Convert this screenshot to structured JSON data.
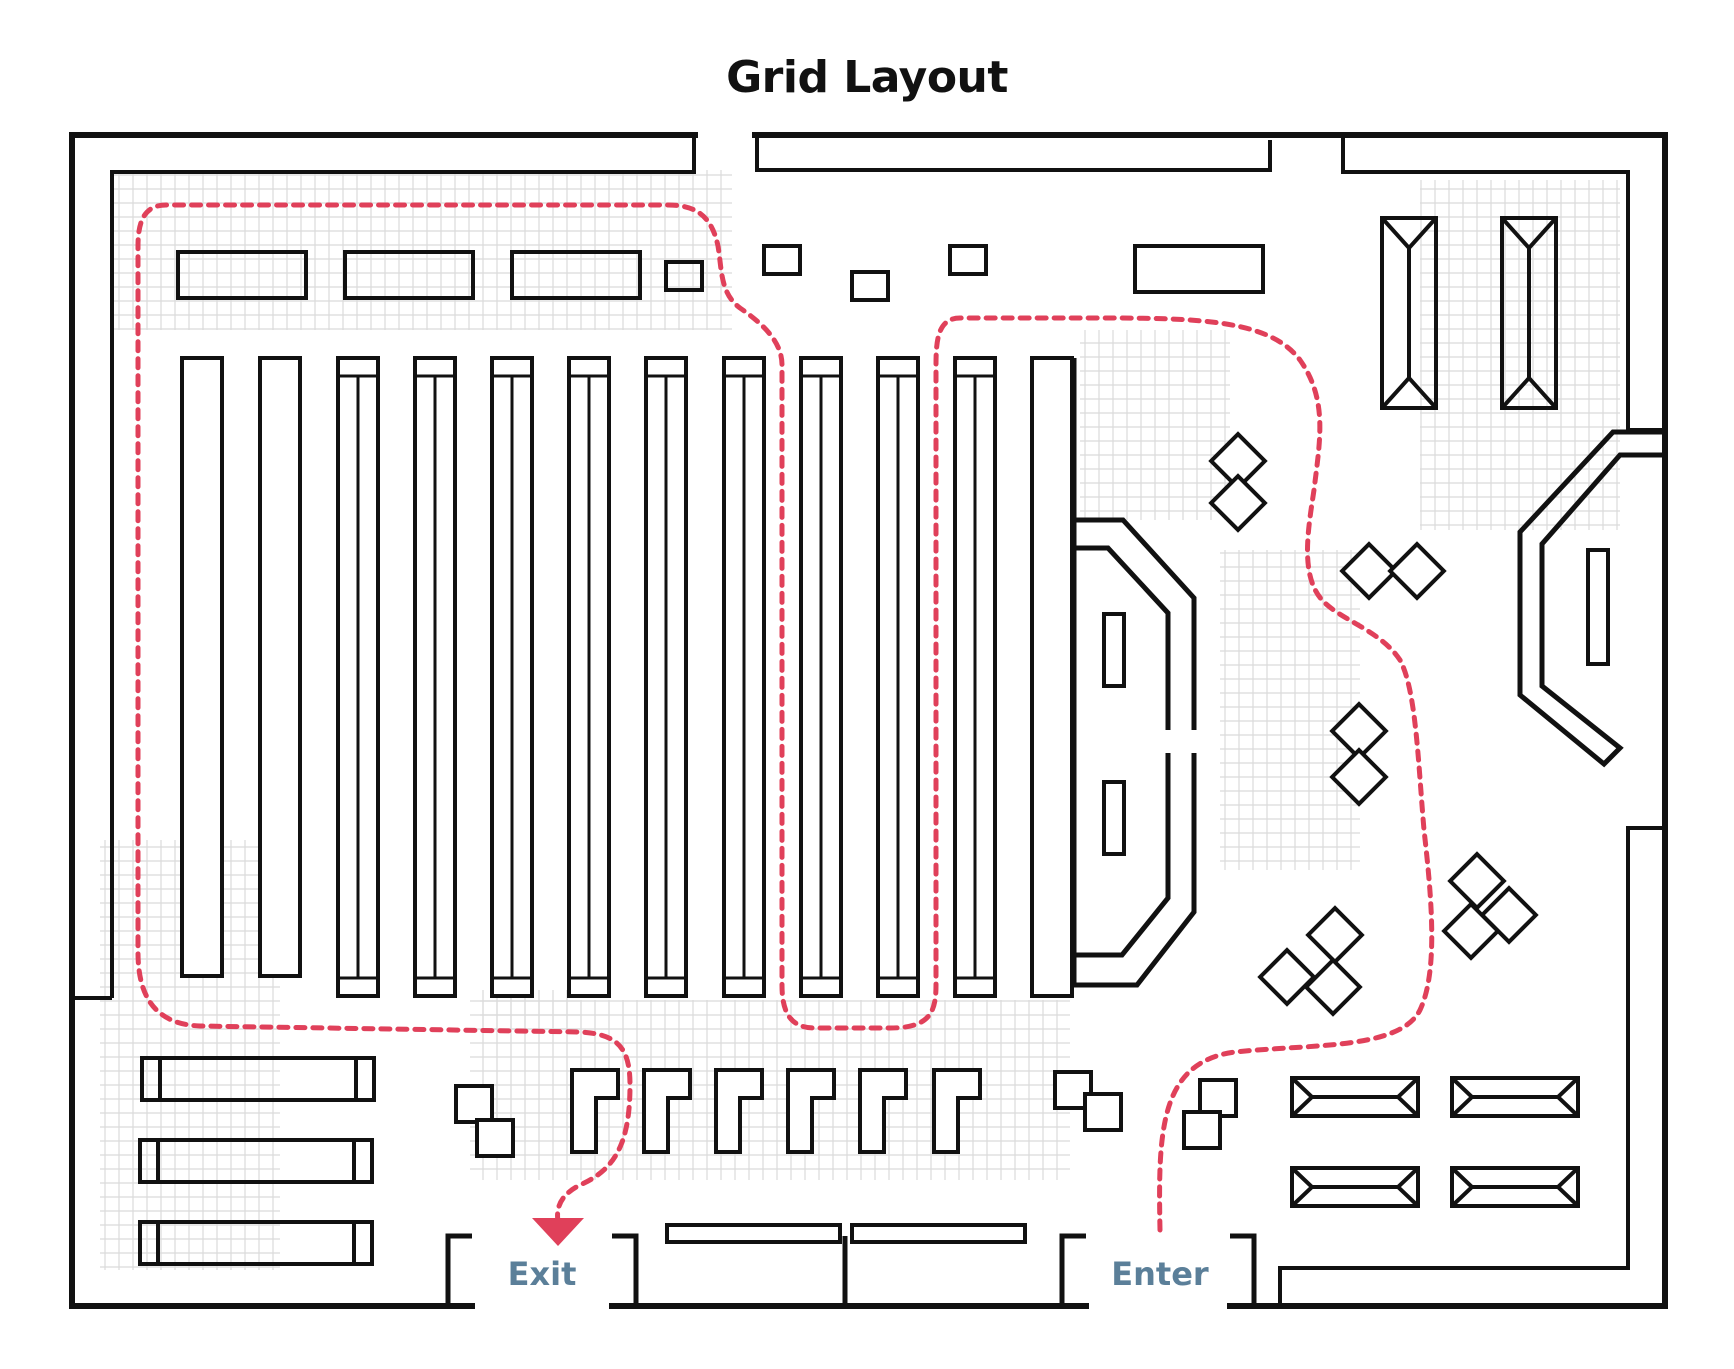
{
  "title": "Grid Layout",
  "labels": {
    "exit": "Exit",
    "enter": "Enter"
  },
  "colors": {
    "walls": "#111111",
    "path": "#e0405a",
    "label": "#5b7f99",
    "floor_hatch": "#d6d6d6"
  },
  "icons": {
    "path_arrow": "down-arrow-icon"
  }
}
